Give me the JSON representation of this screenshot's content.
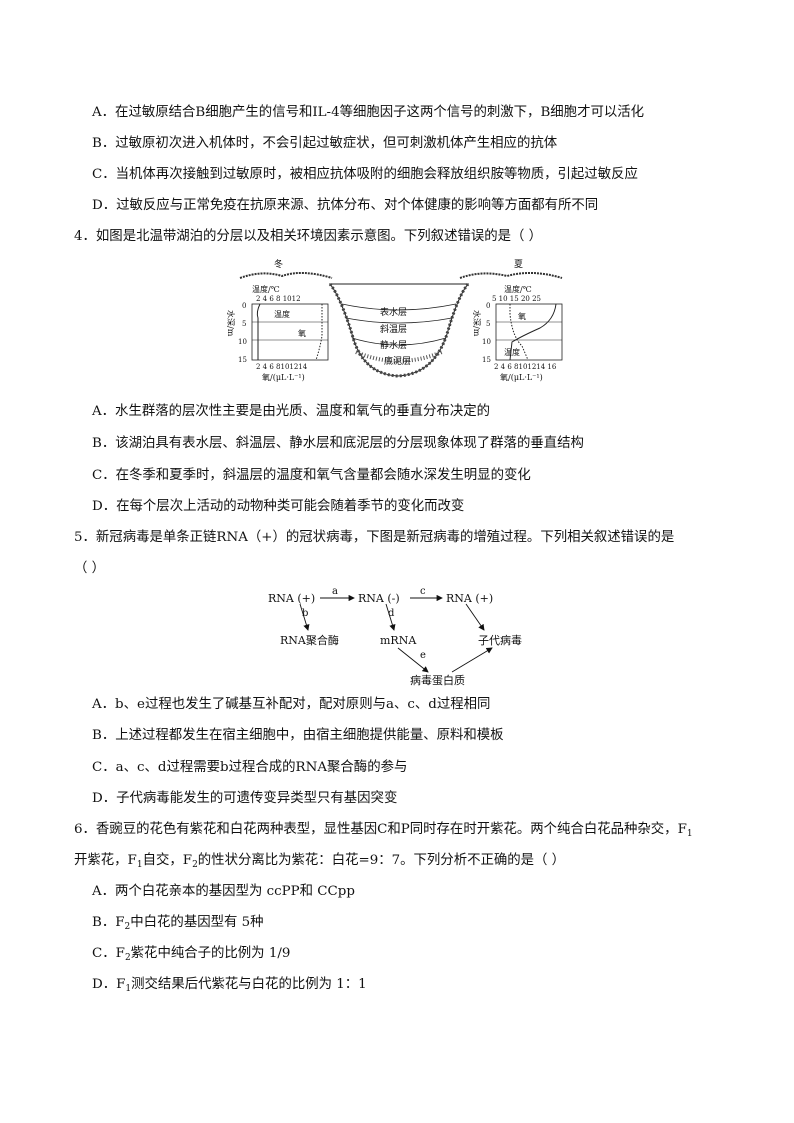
{
  "q3_options": [
    "A．在过敏原结合B细胞产生的信号和IL-4等细胞因子这两个信号的刺激下，B细胞才可以活化",
    "B．过敏原初次进入机体时，不会引起过敏症状，但可刺激机体产生相应的抗体",
    "C．当机体再次接触到过敏原时，被相应抗体吸附的细胞会释放组织胺等物质，引起过敏反应",
    "D．过敏反应与正常免疫在抗原来源、抗体分布、对个体健康的影响等方面都有所不同"
  ],
  "q4": {
    "stem": "4．如图是北温带湖泊的分层以及相关环境因素示意图。下列叙述错误的是（    ）",
    "figure": {
      "winter_label": "冬",
      "summer_label": "夏",
      "temp_axis_title": "温度/℃",
      "winter_temp_ticks": "2  4  6  8 1012",
      "summer_temp_ticks": "5  10 15  20 25",
      "depth_axis_title": "水深/m",
      "depth_ticks": [
        "0",
        "5",
        "10",
        "15"
      ],
      "winter_temp_curve_label": "温度",
      "winter_oxygen_curve_label": "氧",
      "summer_oxygen_curve_label": "氧",
      "summer_temp_curve_label": "温度",
      "oxygen_ticks": "2  4  6  8101214",
      "summer_oxygen_ticks": "2  4  6  8101214 16",
      "oxygen_axis_title": "氧/(μL·L⁻¹)",
      "layers": [
        "表水层",
        "斜温层",
        "静水层",
        "底泥层"
      ]
    },
    "options": [
      "A．水生群落的层次性主要是由光质、温度和氧气的垂直分布决定的",
      "B．该湖泊具有表水层、斜温层、静水层和底泥层的分层现象体现了群落的垂直结构",
      "C．在冬季和夏季时，斜温层的温度和氧气含量都会随水深发生明显的变化",
      "D．在每个层次上活动的动物种类可能会随着季节的变化而改变"
    ]
  },
  "q5": {
    "stem_line1": "5．新冠病毒是单条正链RNA（+）的冠状病毒，下图是新冠病毒的增殖过程。下列相关叙述错误的是",
    "stem_line2": "（    ）",
    "figure": {
      "rna_plus_1": "RNA  (+)",
      "rna_minus": "RNA  (-)",
      "rna_plus_2": "RNA  (+)",
      "arrow_a": "a",
      "arrow_b": "b",
      "arrow_c": "c",
      "arrow_d": "d",
      "arrow_e": "e",
      "polymerase": "RNA聚合酶",
      "mrna": "mRNA",
      "progeny": "子代病毒",
      "protein": "病毒蛋白质"
    },
    "options": [
      "A．b、e过程也发生了碱基互补配对，配对原则与a、c、d过程相同",
      "B．上述过程都发生在宿主细胞中，由宿主细胞提供能量、原料和模板",
      "C．a、c、d过程需要b过程合成的RNA聚合酶的参与",
      "D．子代病毒能发生的可遗传变异类型只有基因突变"
    ]
  },
  "q6": {
    "stem_line1_a": "6．香豌豆的花色有紫花和白花两种表型，显性基因C和P同时存在时开紫花。两个纯合白花品种杂交，F",
    "stem_line1_sub": "1",
    "stem_line2_a": "开紫花，F",
    "stem_line2_sub1": "1",
    "stem_line2_b": "自交，F",
    "stem_line2_sub2": "2",
    "stem_line2_c": "的性状分离比为紫花：白花=9：7。下列分析不正确的是（      ）",
    "optA": "A．两个白花亲本的基因型为 ccPP和 CCpp",
    "optB_a": "B．F",
    "optB_sub": "2",
    "optB_b": "中白花的基因型有 5种",
    "optC_a": "C．F",
    "optC_sub": "2",
    "optC_b": "紫花中纯合子的比例为 1/9",
    "optD_a": "D．F",
    "optD_sub": "1",
    "optD_b": "测交结果后代紫花与白花的比例为 1：1"
  }
}
